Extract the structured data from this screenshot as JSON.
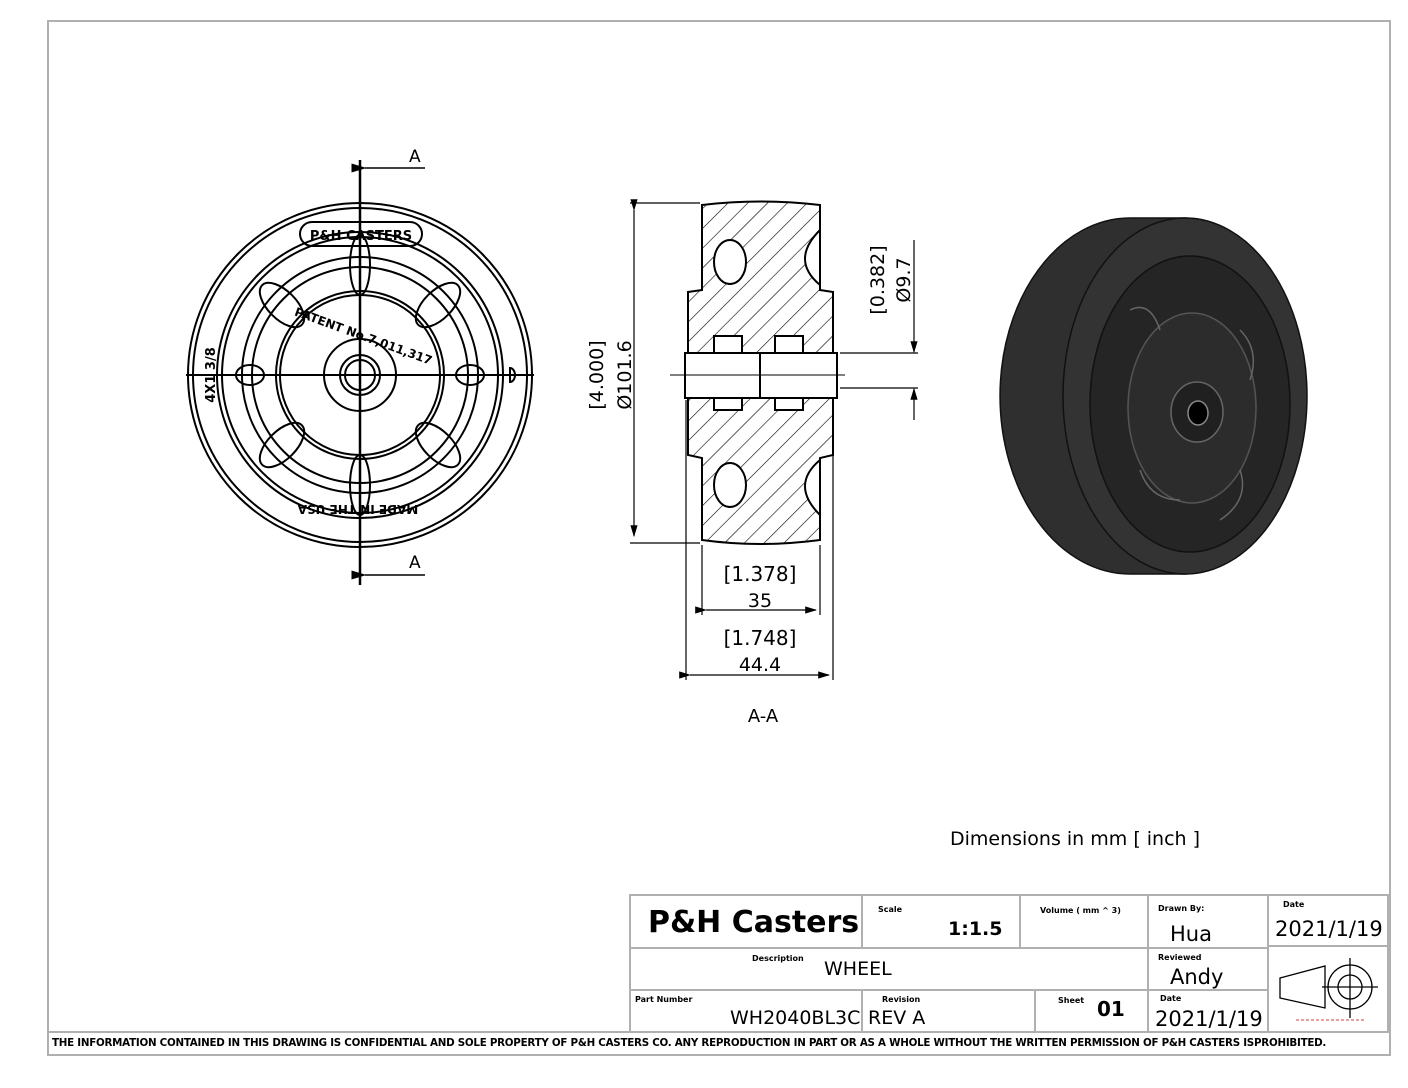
{
  "drawing": {
    "section_marker": "A",
    "section_label": "A-A",
    "front_view_text": {
      "top": "P&H CASTERS",
      "center": "PATENT No.7,011,317",
      "left": "4X1 3/8",
      "bottom": "MADE IN THE USA"
    },
    "dimensions": {
      "overall_diameter_in": "[4.000]",
      "overall_diameter_mm": "Ø101.6",
      "bore_in": "[0.382]",
      "bore_mm": "Ø9.7",
      "tread_width_in": "[1.378]",
      "tread_width_mm": "35",
      "hub_width_in": "[1.748]",
      "hub_width_mm": "44.4"
    },
    "units_note": "Dimensions in mm [ inch ]"
  },
  "title_block": {
    "company": "P&H Casters",
    "scale_label": "Scale",
    "scale": "1:1.5",
    "volume_label": "Volume ( mm ^ 3)",
    "drawn_by_label": "Drawn By:",
    "drawn_by": "Hua",
    "date_label": "Date",
    "date": "2021/1/19",
    "description_label": "Description",
    "description": "WHEEL",
    "reviewed_label": "Reviewed",
    "reviewed": "Andy",
    "part_number_label": "Part Number",
    "part_number": "WH2040BL3C",
    "revision_label": "Revision",
    "revision": "REV A",
    "sheet_label": "Sheet",
    "sheet": "01",
    "date2_label": "Date",
    "date2": "2021/1/19"
  },
  "disclaimer": "THE INFORMATION CONTAINED IN THIS DRAWING IS CONFIDENTIAL AND SOLE PROPERTY OF P&H CASTERS CO.  ANY REPRODUCTION IN PART OR AS A WHOLE WITHOUT THE WRITTEN PERMISSION OF P&H CASTERS ISPROHIBITED.",
  "colors": {
    "line": "#000000",
    "border": "#b0b0b0",
    "wheel": "#2b2b2b",
    "projection_note": "#d04040"
  }
}
